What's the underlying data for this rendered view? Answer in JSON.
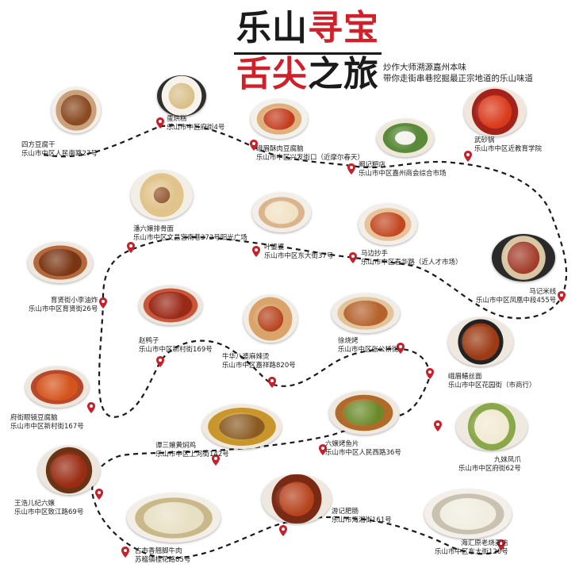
{
  "title": {
    "part1": "乐山",
    "part2": "寻宝",
    "part3": "舌尖",
    "part4": "之旅"
  },
  "subtitle": {
    "line1": "炒作大师溯源嘉州本味",
    "line2": "带你走街串巷挖掘最正宗地道的乐山味道"
  },
  "colors": {
    "accent": "#d0202a",
    "route": "#1a1a1a",
    "pin": "#c8202a"
  },
  "spots": [
    {
      "name": "四方豆腐干",
      "address": "乐山市中区人民南路27号"
    },
    {
      "name": "蛋烘糕",
      "address": "乐山市中区府街4号"
    },
    {
      "name": "峨眉酥肉豆腐脑",
      "address": "乐山市中区兴发街口（近摩尔春天）"
    },
    {
      "name": "阚记粑店",
      "address": "乐山市中区嘉州商会综合市场"
    },
    {
      "name": "武砂锅",
      "address": "乐山市中区近教育学院"
    },
    {
      "name": "潘六嬢排骨面",
      "address": "乐山市中区文昌宫南巷372号阳光广场"
    },
    {
      "name": "叶婆婆",
      "address": "乐山市中区东大街37号"
    },
    {
      "name": "马边抄手",
      "address": "乐山市中区春华路（近人才市场）"
    },
    {
      "name": "马记米线",
      "address": "乐山市中区凤凰中段455号"
    },
    {
      "name": "育贤街小李油炸",
      "address": "乐山市中区育贤街26号"
    },
    {
      "name": "赵鸭子",
      "address": "乐山市中区新村街169号"
    },
    {
      "name": "牛华八婆麻辣烫",
      "address": "乐山市中区嘉祥路820号"
    },
    {
      "name": "徐烧烤",
      "address": "乐山市中区张公桥街"
    },
    {
      "name": "峨眉鳝丝面",
      "address": "乐山市中区花园街（市商行）"
    },
    {
      "name": "府街眼镜豆腐脑",
      "address": "乐山市中区新村街167号"
    },
    {
      "name": "谭三嬢黄焖鸡",
      "address": "乐山市中区上河街142号"
    },
    {
      "name": "六嬢烤鱼片",
      "address": "乐山市中区人民西路36号"
    },
    {
      "name": "九妹凤爪",
      "address": "乐山市中区府街62号"
    },
    {
      "name": "王浩儿纪六嬢",
      "address": "乐山市中区致江路69号"
    },
    {
      "name": "游记肥肠",
      "address": "乐山市海湘街161号"
    },
    {
      "name": "古市香翘脚牛肉",
      "address": "苏稽镇桂花路85号"
    },
    {
      "name": "海汇原老烧麦店",
      "address": "乐山市中区东大街120号"
    }
  ]
}
